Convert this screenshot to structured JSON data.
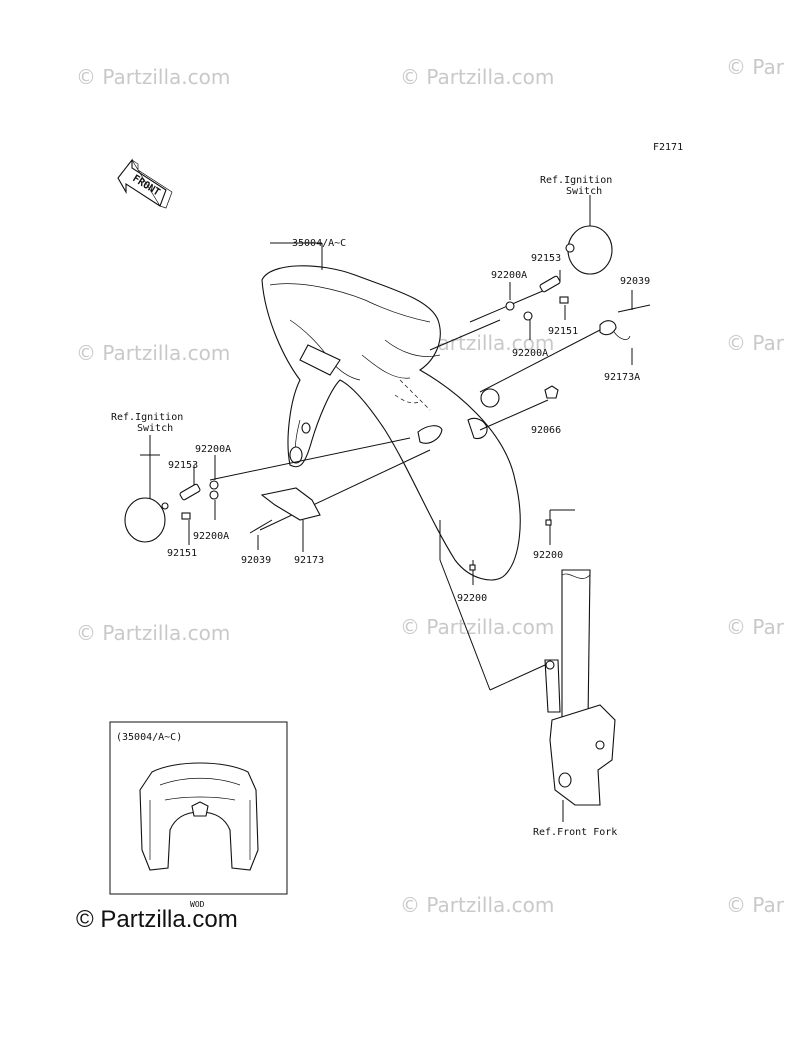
{
  "diagram_code": "F2171",
  "front_label": "FRONT",
  "watermark": "© Partzilla.com",
  "watermark_clipped": "© Par",
  "logo": "© Partzilla.com",
  "inset": {
    "label": "(35004/A~C)",
    "code": "WOD"
  },
  "refs": {
    "ignition_top_1": "Ref.Ignition",
    "ignition_top_2": "Switch",
    "ignition_left_1": "Ref.Ignition",
    "ignition_left_2": "Switch",
    "front_fork": "Ref.Front Fork"
  },
  "parts": {
    "fender": "35004/A~C",
    "p92153_r": "92153",
    "p92200A_r1": "92200A",
    "p92151_r": "92151",
    "p92200A_r2": "92200A",
    "p92039_r": "92039",
    "p92173A": "92173A",
    "p92066": "92066",
    "p92200_r": "92200",
    "p92200_m": "92200",
    "p92200A_l1": "92200A",
    "p92153_l": "92153",
    "p92200A_l2": "92200A",
    "p92151_l": "92151",
    "p92039_l": "92039",
    "p92173": "92173"
  }
}
